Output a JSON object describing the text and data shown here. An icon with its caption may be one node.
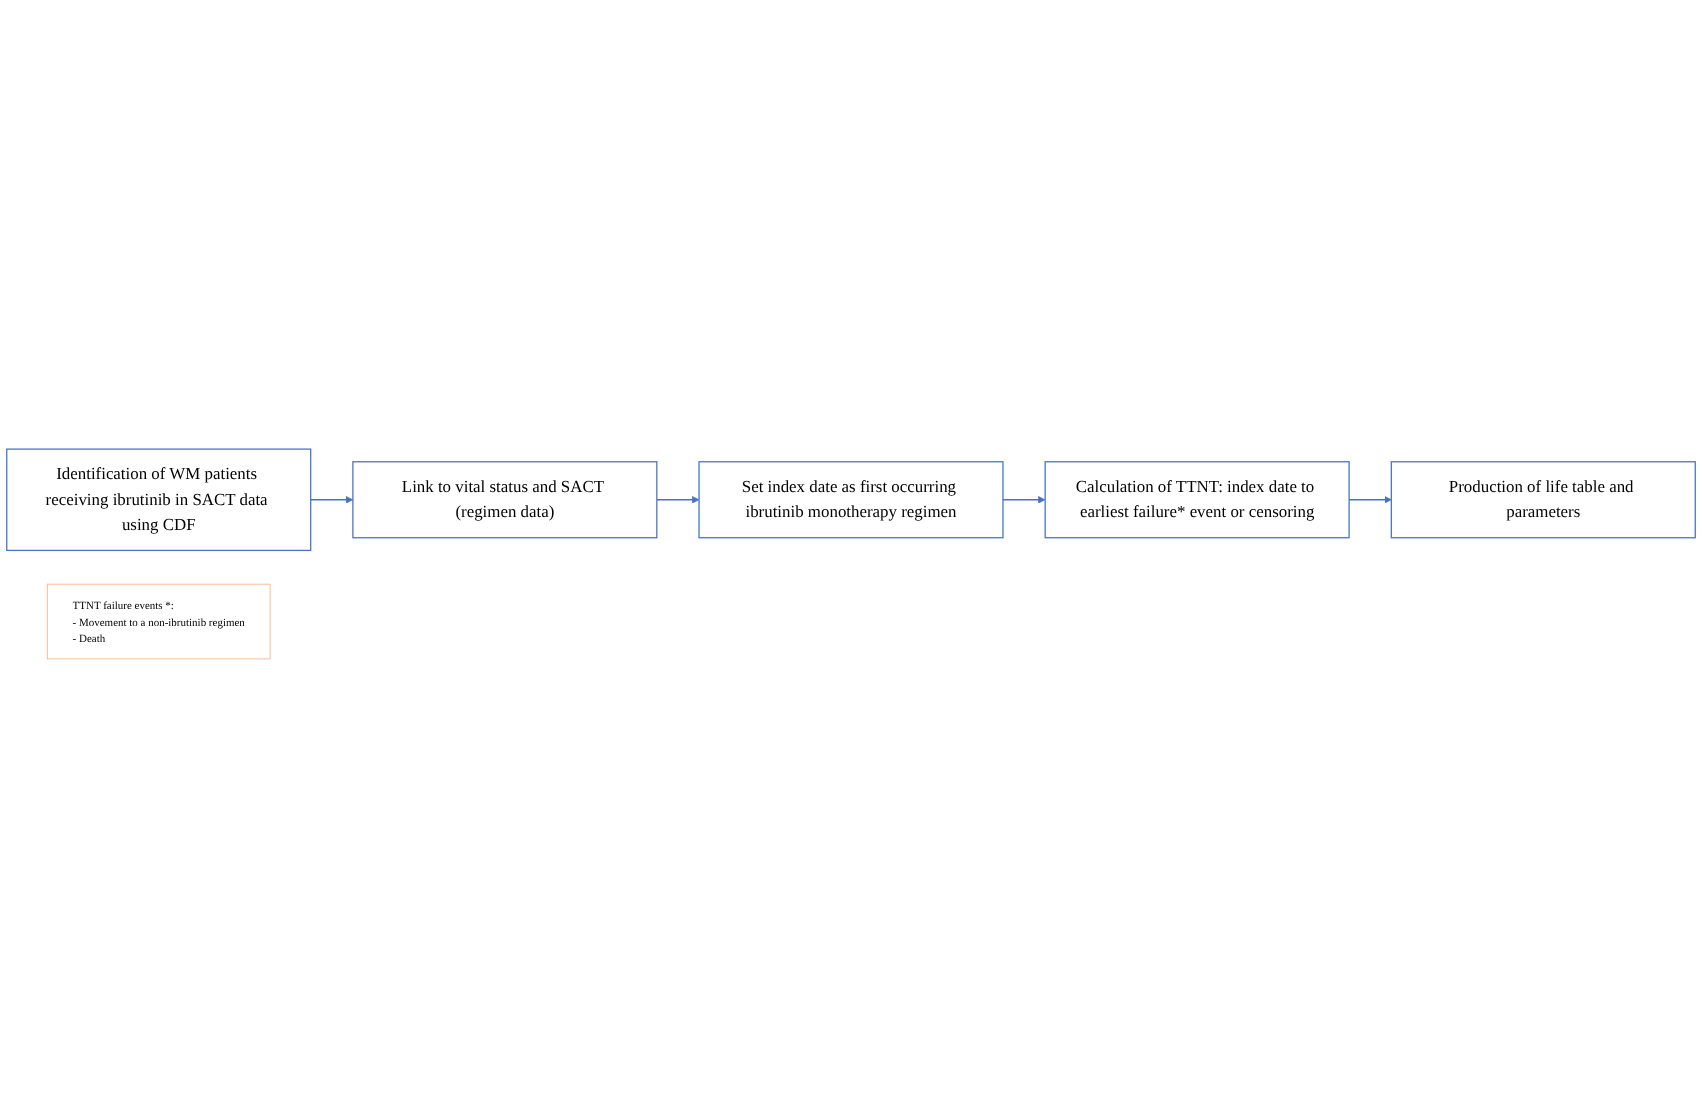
{
  "diagram": {
    "nodes": [
      {
        "text": [
          "Identification of WM patients receiving ibrutinib in SACT data using CDF"
        ]
      },
      {
        "text": [
          "Link to vital status and SACT (regimen data)"
        ]
      },
      {
        "text": [
          "Set index date as first occurring ibrutinib monotherapy regimen"
        ]
      },
      {
        "text": [
          "Calculation of TTNT: index date to earliest failure* event or censoring"
        ]
      },
      {
        "text": [
          "Production of life table and parameters"
        ]
      },
      {
        "text": [
          "TTNT failure events *:",
          "- Movement to a non-ibrutinib regimen",
          "- Death"
        ]
      }
    ],
    "edges": [
      {
        "from": 0,
        "to": 1,
        "arrow": "to"
      },
      {
        "from": 1,
        "to": 2,
        "arrow": "to"
      },
      {
        "from": 2,
        "to": 3,
        "arrow": "to"
      },
      {
        "from": 3,
        "to": 4,
        "arrow": "to"
      }
    ]
  }
}
